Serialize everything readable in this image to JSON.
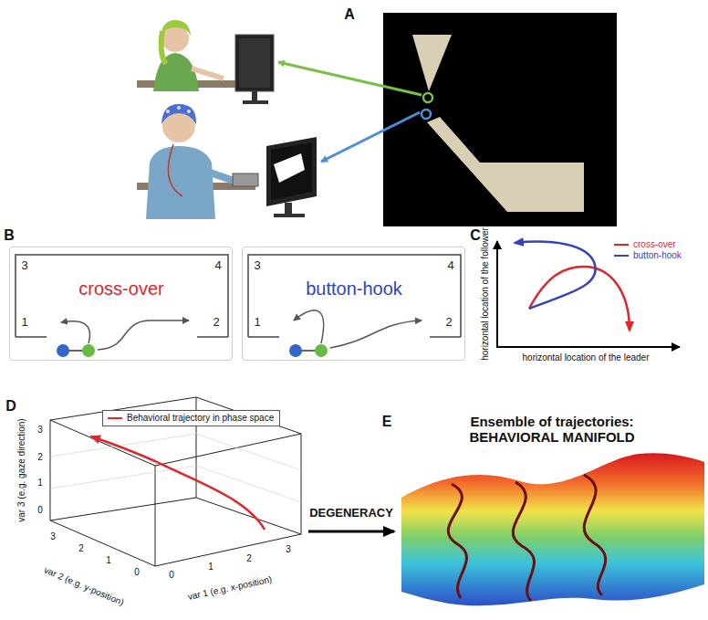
{
  "diagram": {
    "nodes": [
      {
        "text": [
          "3",
          "4",
          "cross-over",
          "1",
          "2"
        ]
      },
      {
        "text": [
          "3",
          "4",
          "button-hook",
          "1",
          "2"
        ]
      }
    ],
    "labels": [
      "A",
      "B",
      "C",
      "D",
      "E",
      "horizontal location of the follower",
      "horizontal location of the leader",
      "var 1 (e.g. x-position)",
      "var 2 (e.g. y-position)",
      "var 3 (e.g. gaze direction)",
      "0",
      "1",
      "2",
      "3",
      "0",
      "1",
      "2",
      "3",
      "0",
      "1",
      "2",
      "3",
      "DEGENERACY",
      "Ensemble of trajectories: BEHAVIORAL MANIFOLD"
    ],
    "legend": [
      {
        "text": "cross-over"
      },
      {
        "text": "button-hook"
      },
      {
        "text": "Behavioral trajectory in phase space"
      }
    ]
  }
}
